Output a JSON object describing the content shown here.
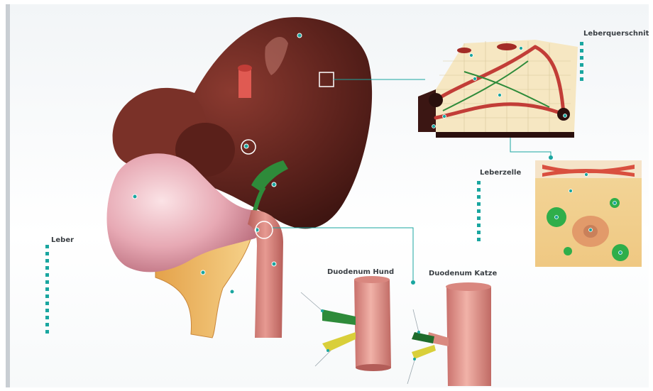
{
  "colors": {
    "accent": "#1aa6a0",
    "liver": "#6b2a23",
    "stomach": "#e9b4bd",
    "duodenum": "#c9716c",
    "bile": "#2e8b3a",
    "pancreas_duct": "#d9cf3a"
  },
  "panels": {
    "leber": {
      "title": "Leber",
      "items": [
        "",
        "",
        "",
        "",
        "",
        "",
        "",
        "",
        "",
        "",
        "",
        "",
        ""
      ]
    },
    "leberquerschnitt": {
      "title": "Leberquerschnitt",
      "items": [
        "",
        "",
        "",
        "",
        "",
        ""
      ]
    },
    "leberzelle": {
      "title": "Leberzelle",
      "items": [
        "",
        "",
        "",
        "",
        "",
        "",
        "",
        "",
        ""
      ]
    }
  },
  "duodenum_hund": {
    "title": "Duodenum Hund",
    "label_top": "",
    "label_bottom": ""
  },
  "duodenum_katze": {
    "title": "Duodenum Katze",
    "label_top": "",
    "label_bottom": ""
  }
}
